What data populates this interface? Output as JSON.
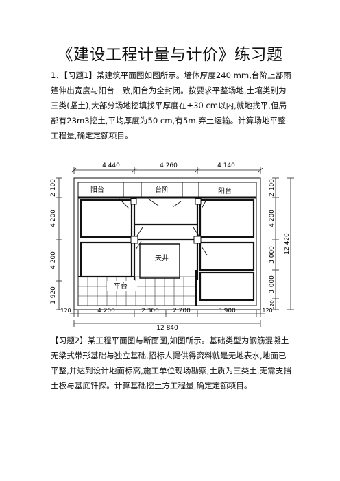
{
  "title": "《建设工程计量与计价》练习题",
  "exercise1": "1、【习题1】某建筑平面图如图所示。墙体厚度240 mm,台阶上部雨篷伸出宽度与阳台一致,阳台为全封闭。按要求平整场地,土壤类别为三类(坚土),大部分场地挖填找平厚度在±30 cm以内,就地找平,但局部有23m3挖土,平均厚度为50 cm,有5m 弃土运输。计算场地平整工程量,确定定额项目。",
  "plan": {
    "top_dims": [
      "4 440",
      "4 260",
      "4 140"
    ],
    "bottom_dims": [
      "120",
      "4 200",
      "2 300",
      "2 200",
      "3 900",
      "120"
    ],
    "total_width": "12 840",
    "left_dims": [
      "2 100",
      "4 200",
      "4 200",
      "1 920"
    ],
    "right_dims": [
      "2 100",
      "4 200",
      "3 000",
      "3 000",
      "120"
    ],
    "right_total": "12 420",
    "labels": {
      "balcony_left": "阳台",
      "steps": "台阶",
      "balcony_right": "阳台",
      "light_well": "天井",
      "platform": "平台"
    }
  },
  "exercise2": "【习题2】某工程平面图与断面图,如图所示。基础类型为钢筋混凝土无梁式带形基础与独立基础,招标人提供得资料就是无地表水,地面已平整,并达到设计地面标高,施工单位现场勘察,土质为三类土,无需支挡土板与基底钎探。计算基础挖土方工程量,确定定额项目。"
}
